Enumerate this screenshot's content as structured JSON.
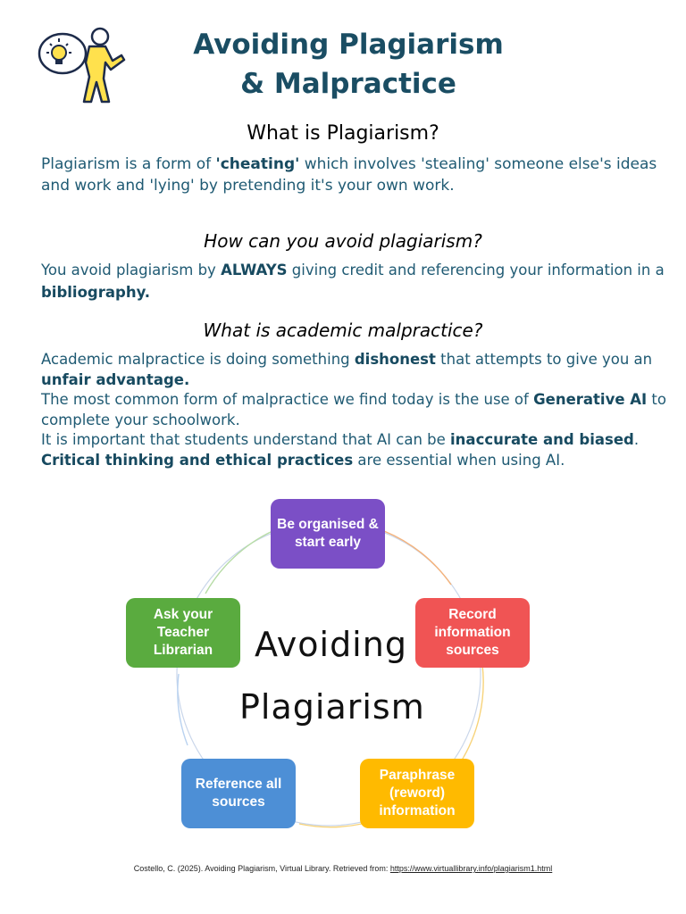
{
  "header": {
    "title_line1": "Avoiding Plagiarism",
    "title_line2": "& Malpractice"
  },
  "icon": "person-carrying-lightbulb-icon",
  "section1": {
    "heading": "What is Plagiarism?",
    "text_a": "Plagiarism is a form of ",
    "bold_a": "'cheating'",
    "text_b": " which involves 'stealing' someone else's ideas and work and 'lying' by pretending it's your own work."
  },
  "section2": {
    "heading": "How can you avoid plagiarism?",
    "text_a": "You avoid plagiarism by ",
    "bold_a": "ALWAYS",
    "text_b": " giving credit and referencing your information in a ",
    "bold_b": "bibliography."
  },
  "section3": {
    "heading": "What is academic malpractice?",
    "l1_text_a": "Academic malpractice is doing something ",
    "l1_bold_a": "dishonest",
    "l1_text_b": " that attempts to give you an ",
    "l1_bold_b": "unfair advantage.",
    "l2_text_a": "The most common form of malpractice we find today is the use of ",
    "l2_bold_a": "Generative AI",
    "l2_text_b": " to complete your schoolwork.",
    "l3_text_a": "It is important that students understand that AI can be ",
    "l3_bold_a": "inaccurate and biased",
    "l3_text_b": ". ",
    "l3_bold_b": "Critical thinking and ethical practices",
    "l3_text_c": " are essential when using AI."
  },
  "diagram": {
    "center_line1": "Avoiding",
    "center_line2": "Plagiarism",
    "boxes": [
      {
        "label": "Be organised & start early",
        "color": "#7b4fc6"
      },
      {
        "label": "Record information sources",
        "color": "#f05454"
      },
      {
        "label": "Paraphrase (reword) information",
        "color": "#ffba00"
      },
      {
        "label": "Reference all sources",
        "color": "#4d8fd6"
      },
      {
        "label": "Ask your Teacher Librarian",
        "color": "#5aab3f"
      }
    ]
  },
  "footer": {
    "citation": "Costello, C. (2025). Avoiding Plagiarism, Virtual Library. Retrieved from: ",
    "link": "https://www.virtuallibrary.info/plagiarism1.html"
  }
}
